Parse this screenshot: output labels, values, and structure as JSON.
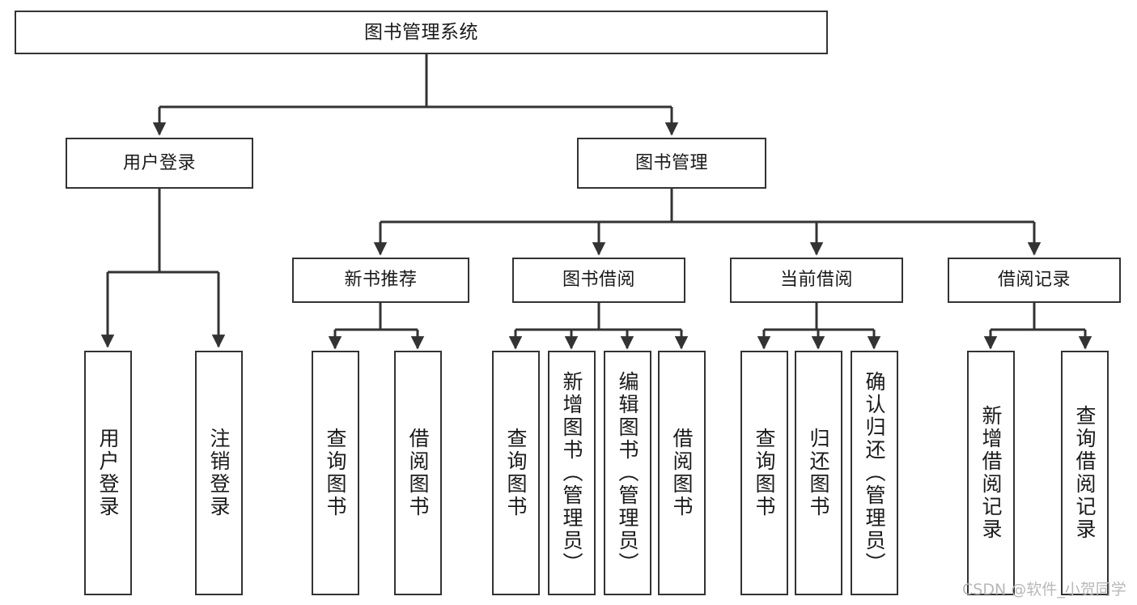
{
  "diagram": {
    "title": "图书管理系统",
    "type": "hierarchy-tree",
    "levels": 4,
    "colors": {
      "box_border": "#333333",
      "box_fill": "#ffffff",
      "connector": "#333333",
      "text": "#1a1a1a",
      "watermark": "#b8b8b8"
    },
    "root": {
      "label": "图书管理系统"
    },
    "level2": [
      {
        "label": "用户登录"
      },
      {
        "label": "图书管理"
      }
    ],
    "level3": [
      {
        "label": "新书推荐"
      },
      {
        "label": "图书借阅"
      },
      {
        "label": "当前借阅"
      },
      {
        "label": "借阅记录"
      }
    ],
    "leaves": {
      "user_login": [
        {
          "label": "用户登录"
        },
        {
          "label": "注销登录"
        }
      ],
      "new_book_recommend": [
        {
          "label": "查询图书"
        },
        {
          "label": "借阅图书"
        }
      ],
      "book_borrow": [
        {
          "label": "查询图书"
        },
        {
          "label": "新增图书（管理员）"
        },
        {
          "label": "编辑图书（管理员）"
        },
        {
          "label": "借阅图书"
        }
      ],
      "current_borrow": [
        {
          "label": "查询图书"
        },
        {
          "label": "归还图书"
        },
        {
          "label": "确认归还（管理员）"
        }
      ],
      "borrow_records": [
        {
          "label": "新增借阅记录"
        },
        {
          "label": "查询借阅记录"
        }
      ]
    }
  },
  "watermark": {
    "text": "CSDN @软件_小贺同学"
  }
}
